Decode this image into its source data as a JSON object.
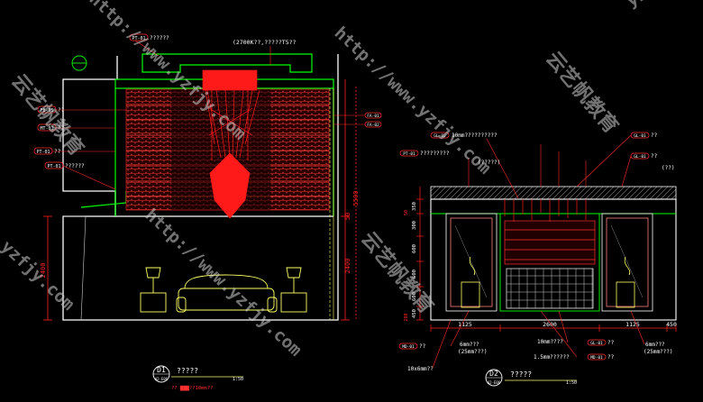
{
  "colors": {
    "background": "#000000",
    "wall": "#ffffff",
    "panel": "#ff3030",
    "chandelier": "#ff1a1a",
    "moulding": "#00ff00",
    "dimension": "#ff2020",
    "furniture": "#ffff66",
    "label": "#ffffff",
    "leader": "#ff2a2a",
    "badge": "#ff3030",
    "watermark": "#c8c8c8"
  },
  "watermark": {
    "cn": "云艺帆教育",
    "url": "http://www.yzfjy.com",
    "url_short": "yzfjy.com",
    "edge_left": "fjy",
    "edge_right": "yzfjy"
  },
  "drawing1": {
    "id": "D1",
    "sheet": "A2-E06",
    "title": "?????",
    "scale": "1:50",
    "legend_text": "?? ▇▇▇??10mm??",
    "ceiling_note": "(2700K??,?????T5??",
    "tags": [
      {
        "code": "PT-01",
        "text": "??????"
      },
      {
        "code": "FB-05",
        "text": "??"
      },
      {
        "code": "MT-01",
        "text": "??"
      },
      {
        "code": "PT-01",
        "text": "??"
      },
      {
        "code": "PT-01",
        "text": "??????"
      }
    ],
    "right_tags": [
      "FA-01",
      "FA-02"
    ],
    "dims_vertical": [
      "2400",
      "5500",
      "2400",
      "50"
    ]
  },
  "drawing2": {
    "id": "D2",
    "sheet": "A2-E06",
    "title": "?????",
    "scale": "1:50",
    "top_labels": [
      {
        "code": "GL-02",
        "text": "10mm??????????"
      },
      {
        "code": "PT-01",
        "text": "?????????"
      },
      {
        "code": "",
        "text": "(?????)"
      },
      {
        "code": "GL-01",
        "text": "??"
      },
      {
        "code": "GL-01",
        "text": "??"
      },
      {
        "code": "",
        "text": "(??)"
      }
    ],
    "bottom_labels": [
      {
        "code": "MD-01",
        "text": "??"
      },
      {
        "code": "",
        "text": "6mm???"
      },
      {
        "code": "",
        "text": "(25mm???)"
      },
      {
        "code": "",
        "text": "10mm????"
      },
      {
        "code": "",
        "text": "1.5mm??????"
      },
      {
        "code": "",
        "text": "10x6mm??"
      },
      {
        "code": "",
        "text": "6mm???"
      },
      {
        "code": "",
        "text": "(25mm???)"
      },
      {
        "code": "GL-01",
        "text": "??"
      },
      {
        "code": "MD-01",
        "text": "??"
      }
    ],
    "dims_horizontal": [
      "1125",
      "2600",
      "1125",
      "450"
    ],
    "dims_vertical": [
      "350",
      "300",
      "600",
      "600",
      "600",
      "450",
      "50",
      "200"
    ]
  }
}
